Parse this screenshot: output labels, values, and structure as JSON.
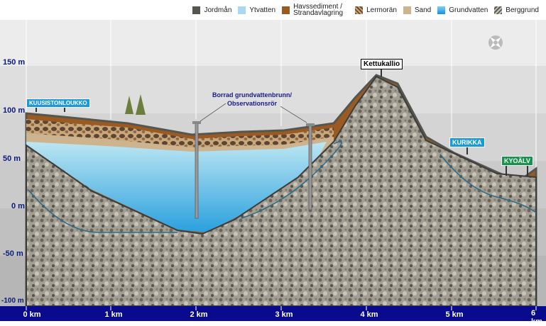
{
  "legend": [
    {
      "label": "Jordmån",
      "color": "#55574f"
    },
    {
      "label": "Ytvatten",
      "color": "#a9d8f5"
    },
    {
      "label": "Havssediment / Strandavlagring",
      "color": "#9a5a22"
    },
    {
      "label": "Lermorän",
      "color": "#6b4c33"
    },
    {
      "label": "Sand",
      "color": "#cdb48e"
    },
    {
      "label": "Grundvatten",
      "color": "#2ba3e0"
    },
    {
      "label": "Berggrund",
      "color": "#8b877e"
    }
  ],
  "y_axis": [
    "150 m",
    "100 m",
    "50 m",
    "0 m",
    "-50 m",
    "-100 m"
  ],
  "x_axis": [
    "0 km",
    "1 km",
    "2 km",
    "3 km",
    "4 km",
    "5 km",
    "6 km"
  ],
  "places": {
    "left": "KUUSISTONLOUKKO",
    "peak": "Kettukallio",
    "kurikka": "KURIKKA",
    "kyoalv": "KYOÄLV"
  },
  "callout": {
    "line1": "Borrad grundvattenbrunn/",
    "line2": "Observationsrör"
  },
  "compass": "compass-icon"
}
